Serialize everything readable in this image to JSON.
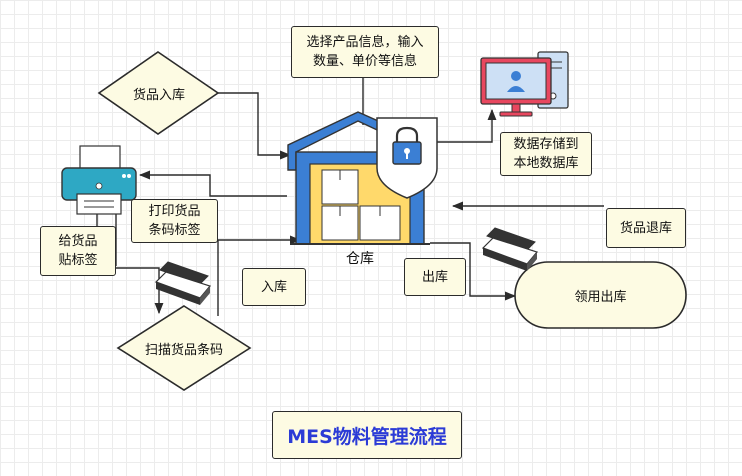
{
  "title": "MES物料管理流程",
  "nodes": {
    "select_info": "选择产品信息，输入\n数量、单价等信息",
    "goods_in": "货品入库",
    "data_store": "数据存储到\n本地数据库",
    "print_label": "打印货品\n条码标签",
    "stick_label": "给货品\n贴标签",
    "scan_code": "扫描货品条码",
    "warehouse": "仓库",
    "in_stock": "入库",
    "out_stock": "出库",
    "return_goods": "货品退库",
    "requisition_out": "领用出库"
  },
  "colors": {
    "box_fill": "#fdfbe3",
    "border": "#2b2b2b",
    "title": "#2b3bd6",
    "warehouse_roof": "#3b7fd4",
    "warehouse_inner": "#ffd96b",
    "printer": "#2ea8c4",
    "monitor": "#e8475f"
  },
  "icons": [
    "printer-icon",
    "warehouse-icon",
    "lock-shield-icon",
    "computer-icon",
    "scanner-icon"
  ]
}
